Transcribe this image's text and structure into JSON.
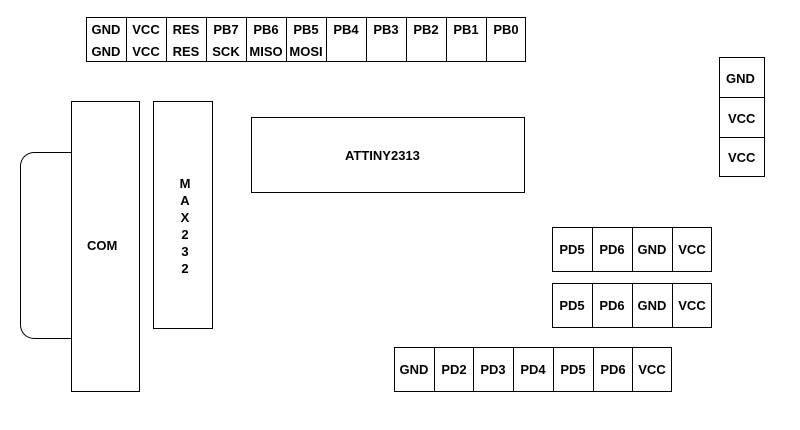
{
  "top_header": {
    "row1": [
      "GND",
      "VCC",
      "RES",
      "PB7",
      "PB6",
      "PB5",
      "PB4",
      "PB3",
      "PB2",
      "PB1",
      "PB0"
    ],
    "row2": [
      "GND",
      "VCC",
      "RES",
      "SCK",
      "MISO",
      "MOSI"
    ]
  },
  "power_header": [
    "GND",
    "VCC",
    "VCC"
  ],
  "chip": {
    "label": "ATTINY2313"
  },
  "com_port": {
    "label": "COM"
  },
  "max232": {
    "label": "MAX232"
  },
  "pd_header_a": [
    "PD5",
    "PD6",
    "GND",
    "VCC"
  ],
  "pd_header_b": [
    "PD5",
    "PD6",
    "GND",
    "VCC"
  ],
  "bottom_header": [
    "GND",
    "PD2",
    "PD3",
    "PD4",
    "PD5",
    "PD6",
    "VCC"
  ]
}
